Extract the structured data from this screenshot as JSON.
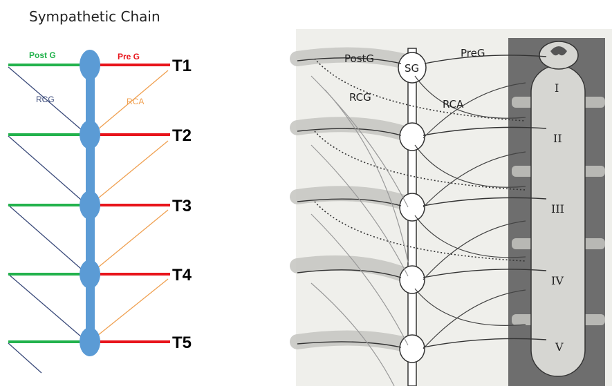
{
  "title": "Sympathetic Chain",
  "left_diagram": {
    "labels": {
      "post_g": "Post G",
      "pre_g": "Pre G",
      "rcg": "RCG",
      "rca": "RCA"
    },
    "levels": [
      "T1",
      "T2",
      "T3",
      "T4",
      "T5"
    ],
    "colors": {
      "post_g": "#22b24c",
      "pre_g": "#e8141b",
      "rcg": "#3a4a7a",
      "rca": "#f0a050",
      "chain": "#5b9bd5"
    }
  },
  "right_diagram": {
    "labels": {
      "post_g": "PostG",
      "pre_g": "PreG",
      "sg": "SG",
      "rcg": "RCG",
      "rca": "RCA"
    },
    "vertebrae": [
      "I",
      "II",
      "III",
      "IV",
      "V"
    ]
  }
}
